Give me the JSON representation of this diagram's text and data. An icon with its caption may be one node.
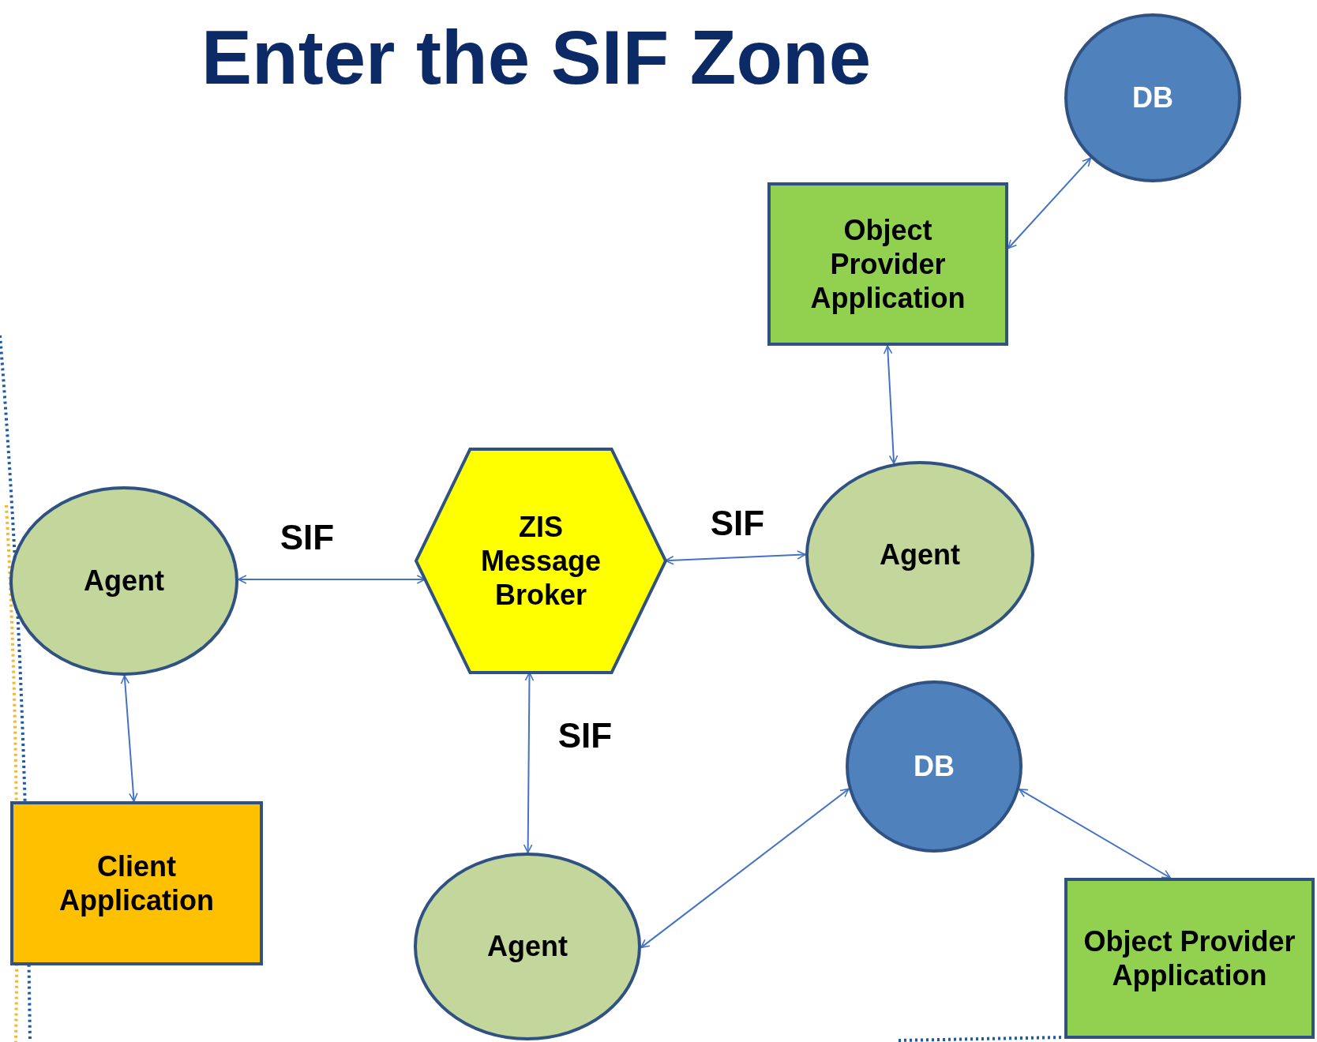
{
  "diagram": {
    "title": "Enter the SIF Zone",
    "nodes": [
      {
        "text": [
          "DB"
        ]
      },
      {
        "text": [
          "Object Provider Application"
        ]
      },
      {
        "text": [
          "Agent"
        ]
      },
      {
        "text": [
          "ZIS Message Broker"
        ]
      },
      {
        "text": [
          "Agent"
        ]
      },
      {
        "text": [
          "Client Application"
        ]
      },
      {
        "text": [
          "DB"
        ]
      },
      {
        "text": [
          "Agent"
        ]
      },
      {
        "text": [
          "Object Provider Application"
        ]
      }
    ],
    "edges": [
      {
        "from": 0,
        "to": 1,
        "arrow": "both"
      },
      {
        "from": 1,
        "to": 4,
        "arrow": "both"
      },
      {
        "from": 2,
        "to": 3,
        "arrow": "both",
        "label": "SIF"
      },
      {
        "from": 3,
        "to": 4,
        "arrow": "both",
        "label": "SIF"
      },
      {
        "from": 2,
        "to": 5,
        "arrow": "both"
      },
      {
        "from": 3,
        "to": 7,
        "arrow": "both",
        "label": "SIF"
      },
      {
        "from": 7,
        "to": 6,
        "arrow": "both"
      },
      {
        "from": 6,
        "to": 8,
        "arrow": "both"
      }
    ]
  }
}
